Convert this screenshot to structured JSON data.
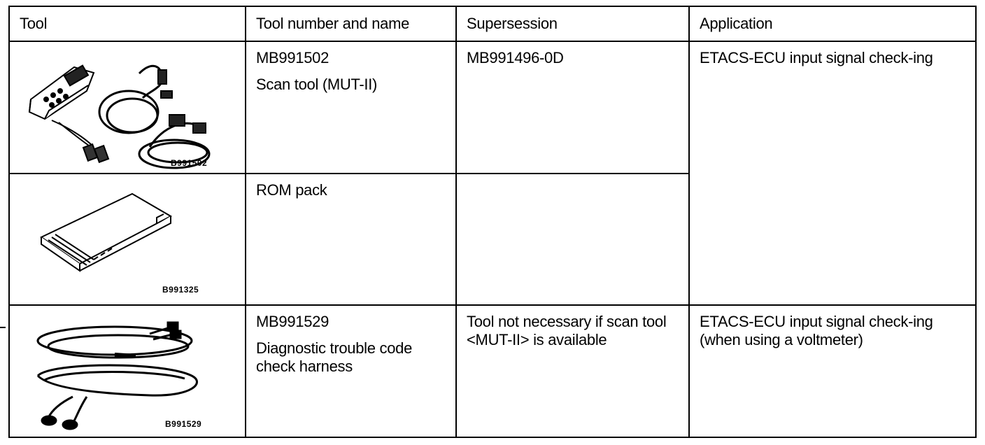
{
  "header": {
    "tool": "Tool",
    "number_name": "Tool number and name",
    "supersession": "Supersession",
    "application": "Application"
  },
  "rows": [
    {
      "image_code": "B991502",
      "image_icon": "scan-tool-mut-ii-illustration",
      "number": "MB991502",
      "name": "Scan tool (MUT-II)",
      "supersession": "MB991496-0D",
      "application": "ETACS-ECU input signal check-ing"
    },
    {
      "image_code": "B991325",
      "image_icon": "rom-pack-illustration",
      "number": "",
      "name": "ROM pack",
      "supersession": "",
      "application": ""
    },
    {
      "image_code": "B991529",
      "image_icon": "check-harness-illustration",
      "number": "MB991529",
      "name": "Diagnostic trouble code check harness",
      "supersession": "Tool not necessary if scan tool <MUT-II> is available",
      "application": "ETACS-ECU input signal check-ing (when using a voltmeter)"
    }
  ]
}
